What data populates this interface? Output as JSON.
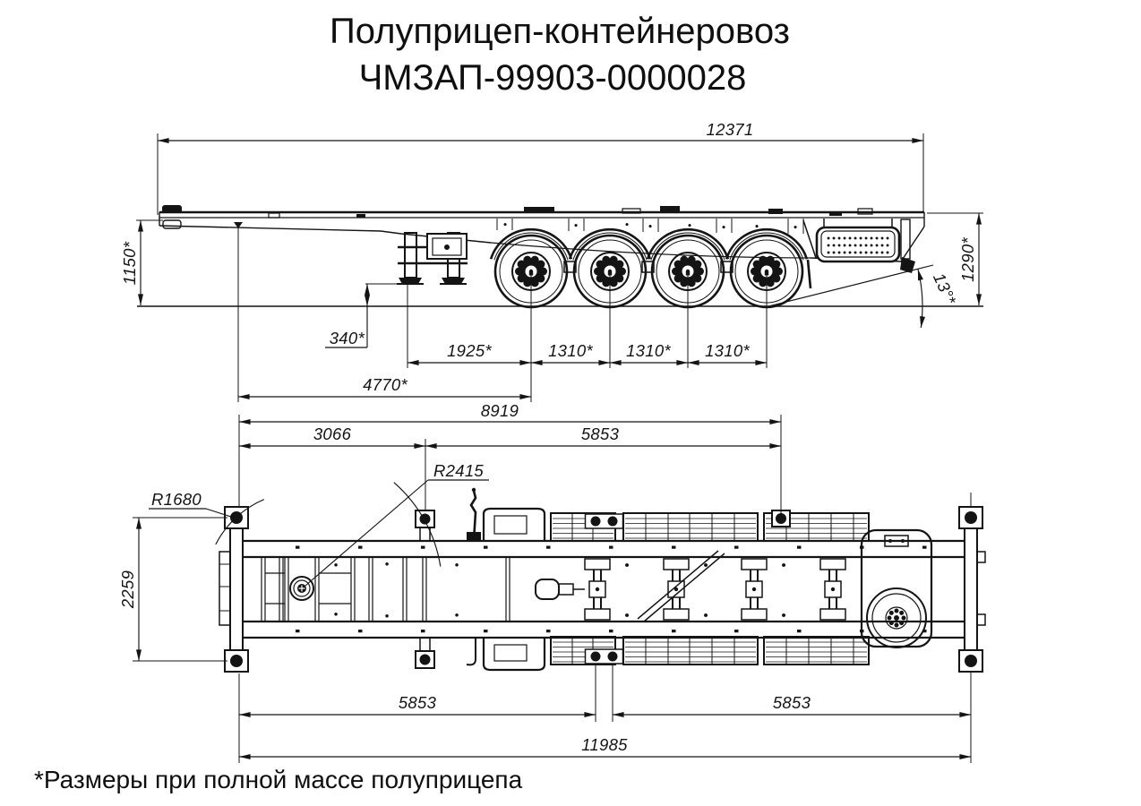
{
  "title": {
    "line1": "Полуприцеп-контейнеровоз",
    "line2": "ЧМЗАП-99903-0000028"
  },
  "footnote": "*Размеры при полной массе полуприцепа",
  "side_view": {
    "overall_length": "12371",
    "front_platform_height": "1150*",
    "rear_platform_height": "1290*",
    "departure_angle": "13°*",
    "landing_gear_clearance": "340*",
    "landing_gear_to_axle_1": "1925*",
    "axle_spacing_1_2": "1310*",
    "axle_spacing_2_3": "1310*",
    "axle_spacing_3_4": "1310*",
    "kingpin_to_axle_1": "4770*"
  },
  "top_view": {
    "front_locks_to_rear_ref": "8919",
    "front_locks_to_second_locks": "3066",
    "second_locks_to_rear_ref": "5853",
    "slew_radius_front": "R1680",
    "slew_radius_rear": "R2415",
    "twistlock_track_width": "2259",
    "front_locks_to_mid_locks": "5853",
    "mid_locks_to_rear_locks": "5853",
    "locks_overall_length": "11985"
  }
}
